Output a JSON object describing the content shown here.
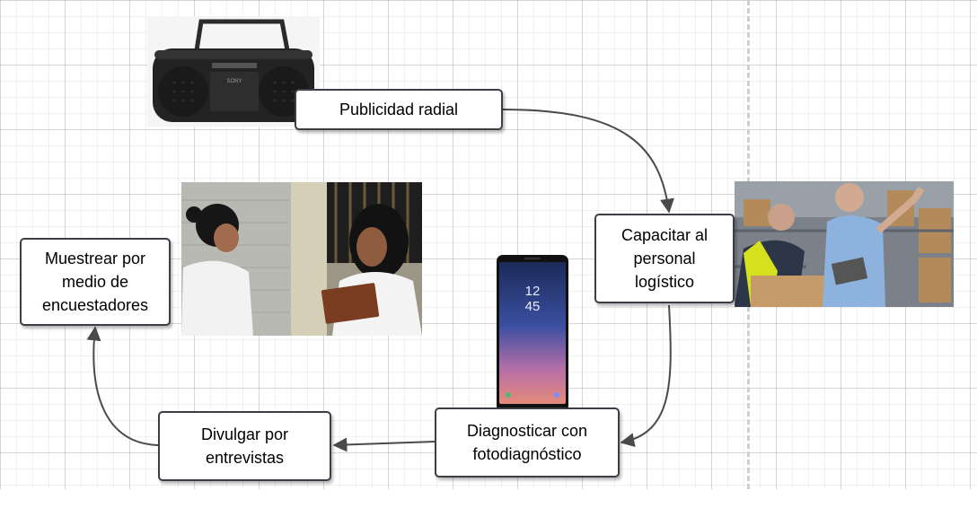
{
  "nodes": {
    "publicidad": "Publicidad radial",
    "capacitar": "Capacitar al personal logístico",
    "diagnosticar": "Diagnosticar con fotodiagnóstico",
    "divulgar": "Divulgar por entrevistas",
    "muestrear": "Muestrear por medio de encuestadores"
  },
  "images": {
    "radio": {
      "icon": "radio-cassette-player-photo",
      "brand": "SONY"
    },
    "workers": {
      "icon": "warehouse-workers-photo"
    },
    "phone": {
      "icon": "smartphone-photo",
      "time": "12\n45"
    },
    "survey": {
      "icon": "survey-interview-photo"
    }
  },
  "colors": {
    "edge": "#4a4a4a",
    "border": "#3b3f45",
    "grid": "#e9e9e9"
  }
}
